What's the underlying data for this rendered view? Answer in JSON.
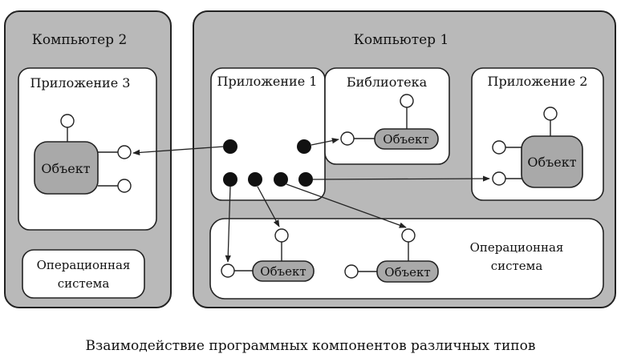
{
  "computer2": {
    "title": "Компьютер 2",
    "app3": "Приложение 3",
    "object": "Объект",
    "os_line1": "Операционная",
    "os_line2": "система"
  },
  "computer1": {
    "title": "Компьютер 1",
    "app1": "Приложение 1",
    "library": "Библиотека",
    "library_object": "Объект",
    "app2": "Приложение 2",
    "app2_object": "Объект",
    "os_object1": "Объект",
    "os_object2": "Объект",
    "os_line1": "Операционная",
    "os_line2": "система"
  },
  "caption": "Взаимодействие программных компонентов различных типов"
}
